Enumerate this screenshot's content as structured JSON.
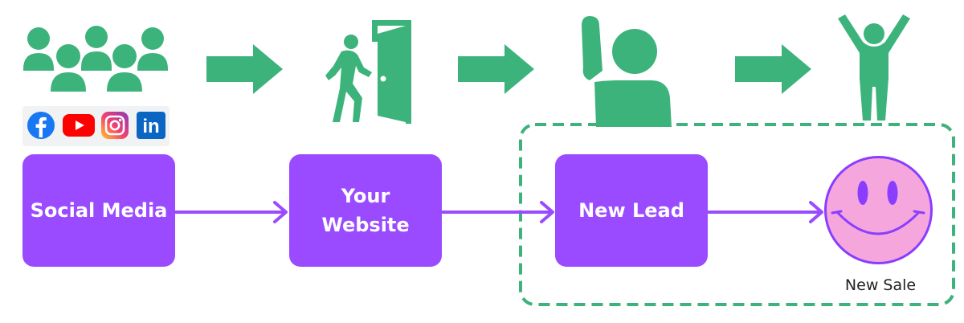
{
  "colors": {
    "green": "#3db37c",
    "purple": "#9b4bff",
    "smiley_fill": "#f4a6dd",
    "smiley_features": "#8a3dff",
    "facebook": "#1877f2",
    "youtube": "#ff0000",
    "linkedin": "#0a66c2"
  },
  "stages": [
    {
      "label": "Social Media",
      "label_lines": [
        "Social Media"
      ],
      "icon": "people-group-icon"
    },
    {
      "label": "Your Website",
      "label_lines": [
        "Your",
        "Website"
      ],
      "icon": "person-entering-door-icon"
    },
    {
      "label": "New Lead",
      "label_lines": [
        "New Lead"
      ],
      "icon": "person-raising-hand-icon"
    },
    {
      "label": "New Sale",
      "label_lines": [
        "New Sale"
      ],
      "icon": "person-celebrating-icon"
    }
  ],
  "social_icons": [
    "facebook-icon",
    "youtube-icon",
    "instagram-icon",
    "linkedin-icon"
  ],
  "linkedin_text": "in",
  "final_node_icon": "smiley-face-icon",
  "highlight_group": "dashed-green-rounded-rectangle"
}
